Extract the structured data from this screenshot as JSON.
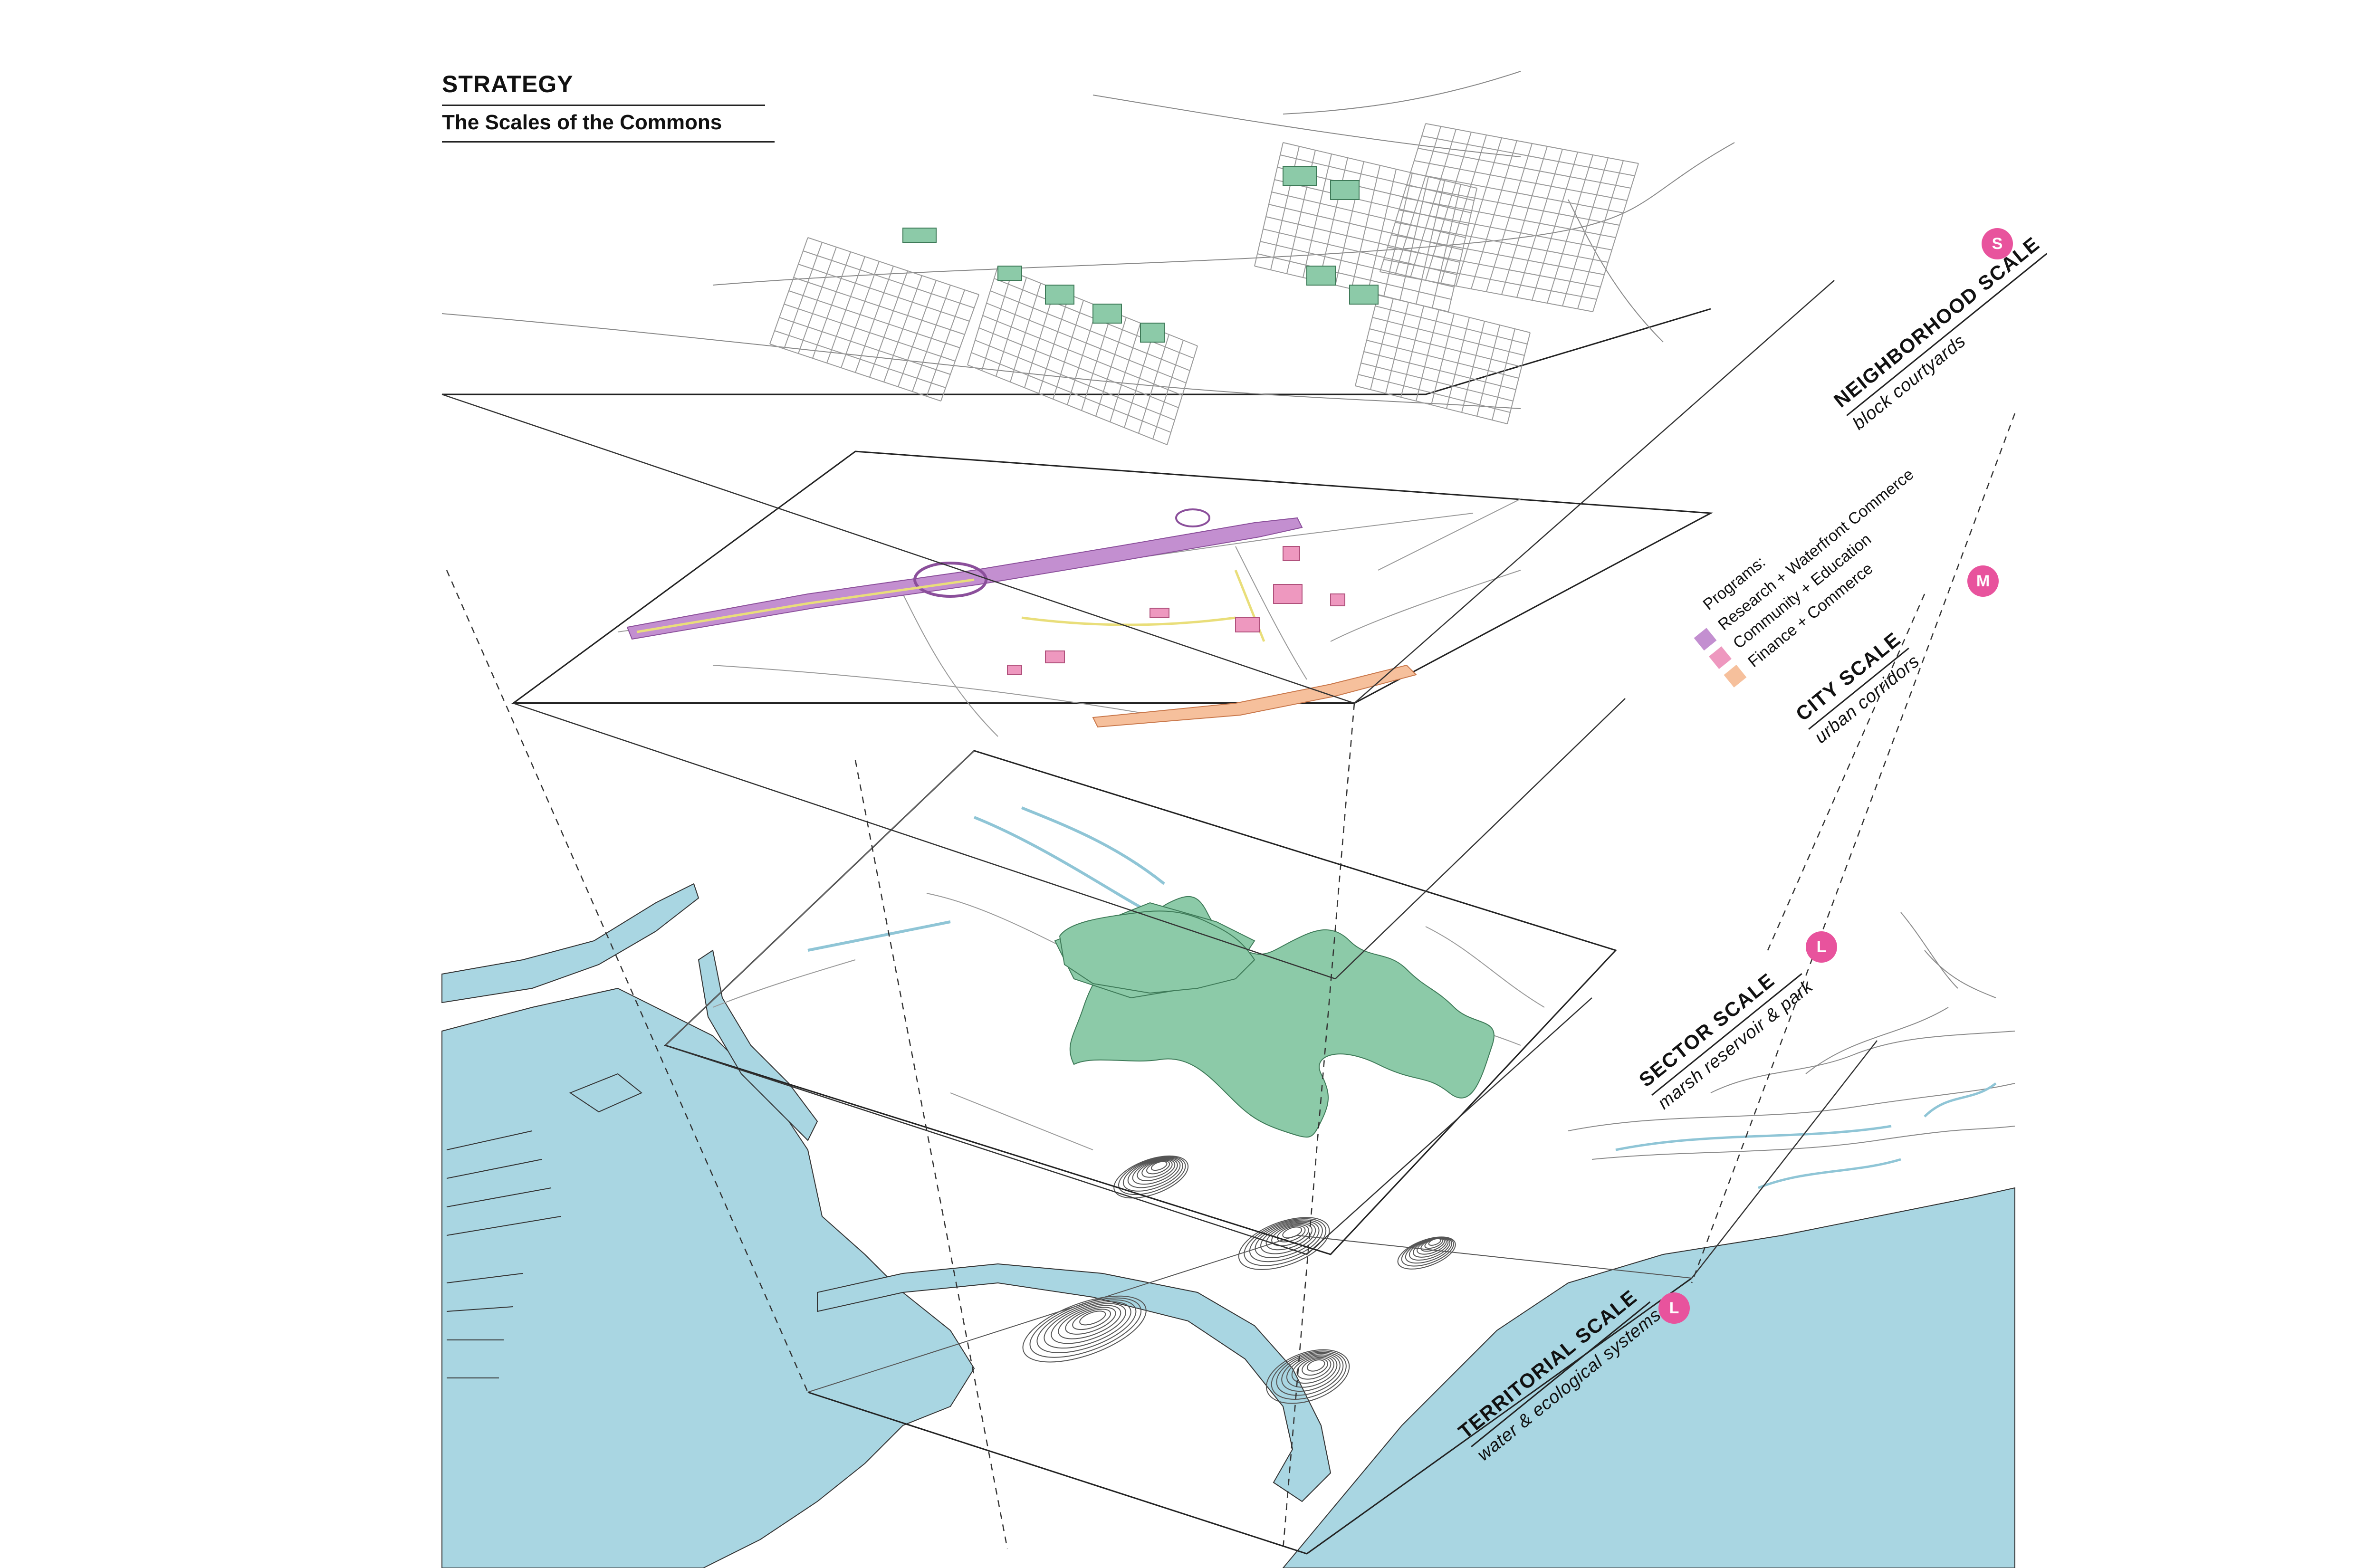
{
  "title": "STRATEGY",
  "subtitle": "The Scales of the Commons",
  "scales": [
    {
      "name": "NEIGHBORHOOD SCALE",
      "description": "block courtyards",
      "badge": "S"
    },
    {
      "name": "CITY SCALE",
      "description": "urban corridors",
      "badge": "M"
    },
    {
      "name": "SECTOR SCALE",
      "description": "marsh reservoir & park",
      "badge": "L"
    },
    {
      "name": "TERRITORIAL SCALE",
      "description": "water & ecological systems",
      "badge": "L"
    }
  ],
  "legend": {
    "title": "Programs:",
    "items": [
      {
        "label": "Research + Waterfront Commerce",
        "color": "#c38fd0"
      },
      {
        "label": "Community + Education",
        "color": "#ee98bf"
      },
      {
        "label": "Finance + Commerce",
        "color": "#f6c09c"
      }
    ]
  },
  "colors": {
    "water": "#a9d6e2",
    "park": "#8ccaa8",
    "accent": "#e8539d",
    "line": "#222222"
  }
}
